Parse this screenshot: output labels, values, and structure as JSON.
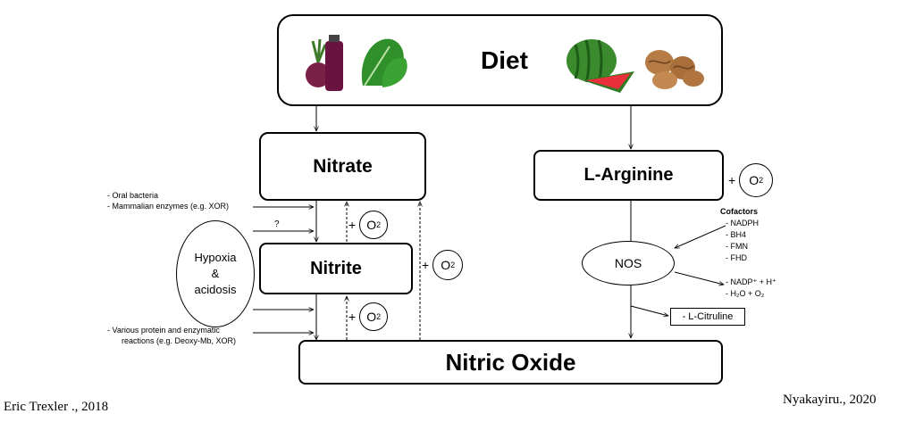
{
  "diet": {
    "label": "Diet"
  },
  "nitrate": {
    "label": "Nitrate"
  },
  "nitrite": {
    "label": "Nitrite"
  },
  "nitric_oxide": {
    "label": "Nitric Oxide"
  },
  "l_arginine": {
    "label": "L-Arginine"
  },
  "nos": {
    "label": "NOS"
  },
  "hypoxia": {
    "line1": "Hypoxia",
    "line2": "&",
    "line3": "acidosis"
  },
  "oxygen": {
    "plus": "+",
    "o": "O",
    "sub": "2"
  },
  "left_notes": {
    "top1": "-   Oral bacteria",
    "top2": "-   Mammalian enzymes (e.g. XOR)",
    "question": "?",
    "bottom1": "-   Various protein and enzymatic",
    "bottom2": "reactions (e.g. Deoxy-Mb, XOR)"
  },
  "cofactors": {
    "title": "Cofactors",
    "items": [
      "- NADPH",
      "- BH4",
      "- FMN",
      "- FHD"
    ]
  },
  "products": {
    "line1": "- NADP⁺ + H⁺",
    "line2": "- H₂O + O₂"
  },
  "citruline": {
    "label": "- L-Citruline"
  },
  "credits": {
    "left": "Eric Trexler ., 2018",
    "right": "Nyakayiru., 2020"
  },
  "foods": [
    "beetroot-juice",
    "spinach",
    "watermelon",
    "walnuts"
  ]
}
